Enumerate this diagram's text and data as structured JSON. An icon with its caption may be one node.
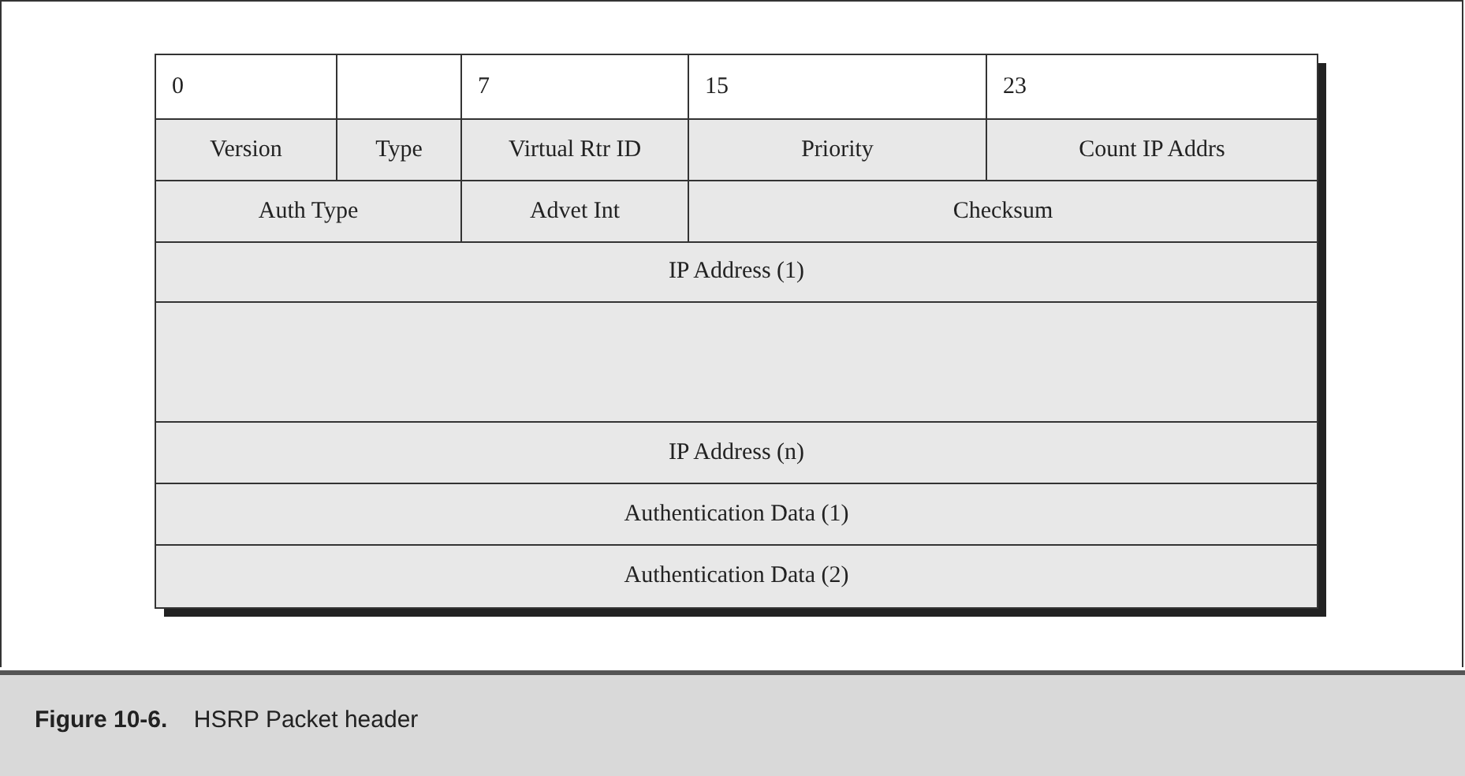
{
  "diagram": {
    "caption": "**Figure 10-6.**    HSRP Packet header",
    "labels": [
      "0",
      "7",
      "15",
      "23",
      "Version",
      "Type",
      "Virtual Rtr ID",
      "Priority",
      "Count IP Addrs",
      "Auth Type",
      "Advet Int",
      "Checksum",
      "IP Address (1)",
      "IP Address (n)",
      "Authentication Data (1)",
      "Authentication Data (2)"
    ]
  }
}
